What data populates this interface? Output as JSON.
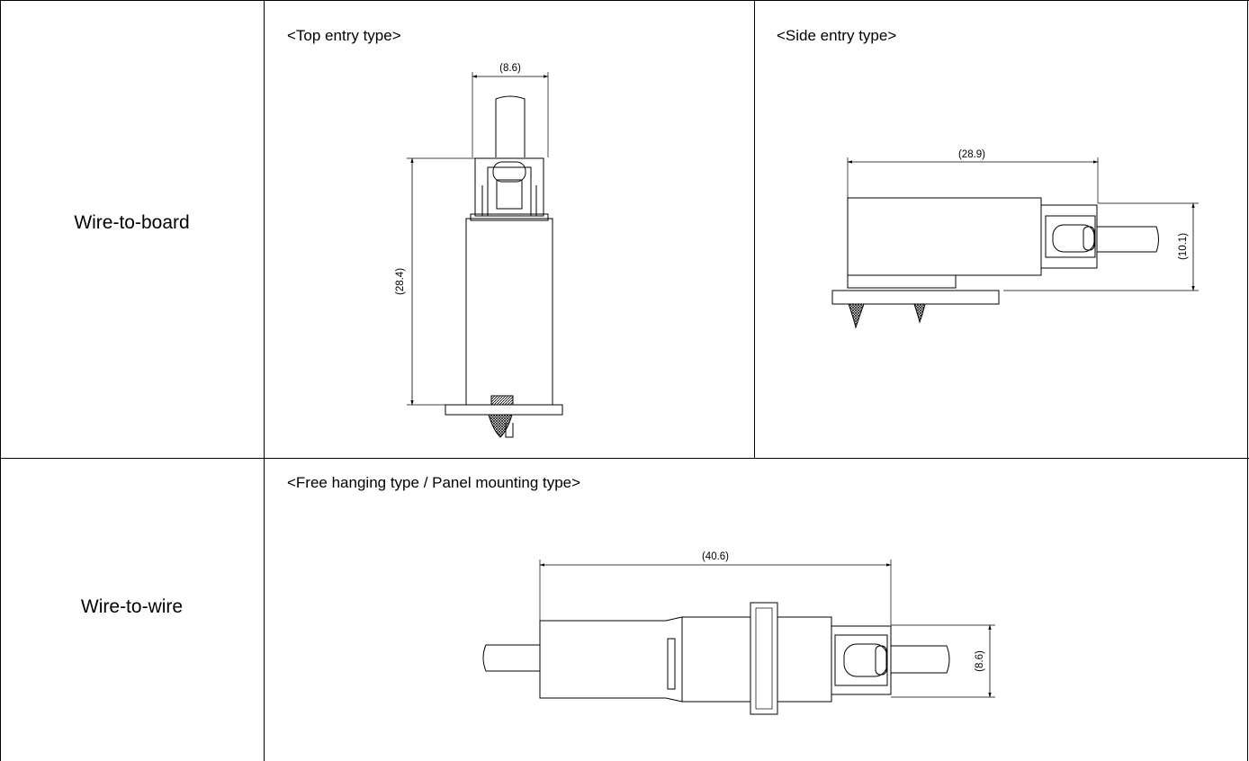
{
  "rows": [
    {
      "label": "Wire-to-board"
    },
    {
      "label": "Wire-to-wire"
    }
  ],
  "sections": {
    "top_entry": {
      "title": "<Top entry type>",
      "width_dim": "(8.6)",
      "height_dim": "(28.4)"
    },
    "side_entry": {
      "title": "<Side entry type>",
      "length_dim": "(28.9)",
      "height_dim": "(10.1)"
    },
    "wire_to_wire": {
      "title": "<Free hanging type / Panel mounting type>",
      "length_dim": "(40.6)",
      "height_dim": "(8.6)"
    }
  }
}
